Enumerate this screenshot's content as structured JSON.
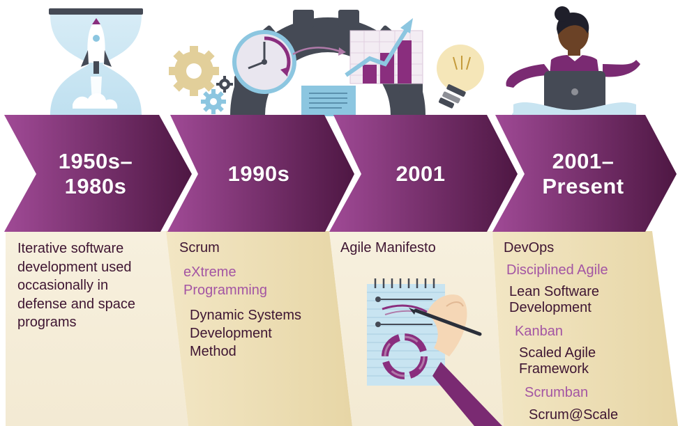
{
  "timeline": [
    {
      "period": "1950s–\n1980s",
      "items": [
        {
          "text": "Iterative software\ndevelopment used\noccasionally in\ndefense and space\nprograms",
          "style": "dark"
        }
      ]
    },
    {
      "period": "1990s",
      "items": [
        {
          "text": "Scrum",
          "style": "dark"
        },
        {
          "text": "eXtreme\nProgramming",
          "style": "light"
        },
        {
          "text": "Dynamic Systems\nDevelopment\nMethod",
          "style": "dark"
        }
      ]
    },
    {
      "period": "2001",
      "items": [
        {
          "text": "Agile Manifesto",
          "style": "dark"
        }
      ]
    },
    {
      "period": "2001–\nPresent",
      "items": [
        {
          "text": "DevOps",
          "style": "dark"
        },
        {
          "text": "Disciplined Agile",
          "style": "light"
        },
        {
          "text": "Lean Software\nDevelopment",
          "style": "dark"
        },
        {
          "text": "Kanban",
          "style": "light"
        },
        {
          "text": "Scaled Agile\nFramework",
          "style": "dark"
        },
        {
          "text": "Scrumban",
          "style": "light"
        },
        {
          "text": "Scrum@Scale",
          "style": "dark"
        }
      ]
    }
  ],
  "colors": {
    "arrow_dark": "#5a1d4e",
    "arrow_light": "#a04a96",
    "panel_light": "#f6efdd",
    "panel_dark": "#e9d8a8",
    "text_dark": "#3e1532",
    "text_light": "#a355a3",
    "gear_dark": "#454a55",
    "gear_tan": "#e2cf9a",
    "gear_blue": "#8cc6e0"
  },
  "icons": [
    "hourglass-rocket-icon",
    "gears-icon",
    "clock-icon",
    "document-icon",
    "growth-chart-icon",
    "lightbulb-icon",
    "woman-with-laptop-icon",
    "notepad-cycle-icon",
    "hand-with-pen-icon"
  ]
}
